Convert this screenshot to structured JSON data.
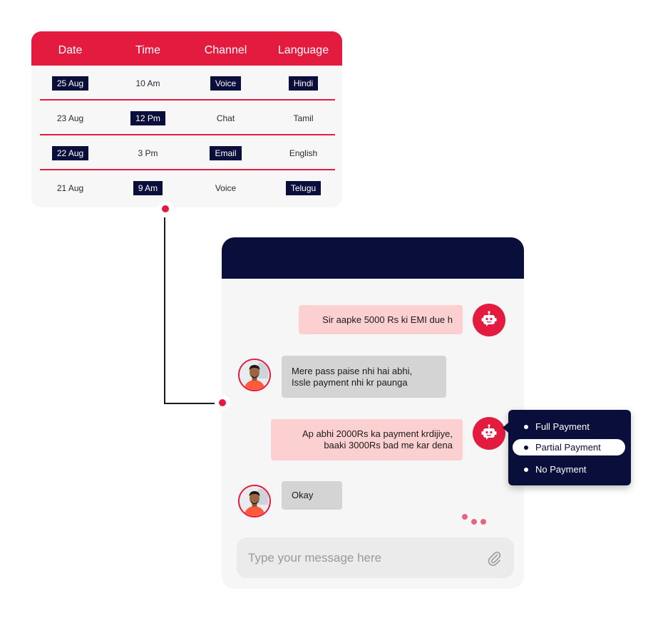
{
  "schedule": {
    "headers": [
      "Date",
      "Time",
      "Channel",
      "Language"
    ],
    "rows": [
      {
        "date": "25 Aug",
        "time": "10 Am",
        "channel": "Voice",
        "language": "Hindi"
      },
      {
        "date": "23 Aug",
        "time": "12 Pm",
        "channel": "Chat",
        "language": "Tamil"
      },
      {
        "date": "22 Aug",
        "time": "3 Pm",
        "channel": "Email",
        "language": "English"
      },
      {
        "date": "21 Aug",
        "time": "9 Am",
        "channel": "Voice",
        "language": "Telugu"
      }
    ]
  },
  "chat": {
    "messages": [
      {
        "from": "bot",
        "lines": [
          "Sir aapke 5000 Rs ki EMI due h"
        ]
      },
      {
        "from": "user",
        "lines": [
          "Mere pass paise nhi hai abhi,",
          "Issle payment nhi kr paunga"
        ]
      },
      {
        "from": "bot",
        "lines": [
          "Ap abhi 2000Rs ka payment krdijiye,",
          "baaki 3000Rs bad me kar dena"
        ]
      },
      {
        "from": "user",
        "lines": [
          "Okay"
        ]
      }
    ],
    "input_placeholder": "Type your message here",
    "icons": {
      "bot": "robot-icon",
      "user": "user-avatar",
      "attach": "paperclip-icon"
    }
  },
  "payment_options": {
    "items": [
      "Full Payment",
      "Partial Payment",
      "No Payment"
    ],
    "selected": "Partial Payment"
  },
  "colors": {
    "accent_red": "#e31b3f",
    "navy": "#0a0e3a",
    "bot_bubble": "#fcd0d0",
    "user_bubble": "#d4d4d4"
  }
}
